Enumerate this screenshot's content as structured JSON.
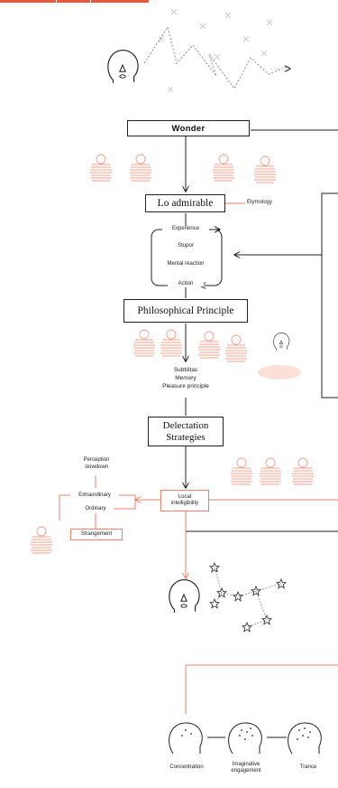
{
  "colors": {
    "accent": "#e9573f",
    "ink": "#222222",
    "sketch": "#f0a08e",
    "faint": "#c9cbd0"
  },
  "nodes": {
    "wonder": "Wonder",
    "lo_admirable": "Lo admirable",
    "etymology": "Etymology",
    "cycle": {
      "experience": "Experience",
      "stupor": "Stupor",
      "mental_reaction": "Mental reaction",
      "action": "Action"
    },
    "philosophical_principle": "Philosophical Principle",
    "principles": [
      "Subtilitas",
      "Memory",
      "Pleasure principle"
    ],
    "delectation_strategies": [
      "Delectation",
      "Strategies"
    ],
    "local_intelligibility": [
      "Local",
      "intelligibility"
    ],
    "perception_slowdown": [
      "Perception",
      "slowdown"
    ],
    "extraordinary": "Extraordinary",
    "ordinary": "Ordinary",
    "strangement": "Strangement"
  },
  "states": [
    "Concentration",
    "Imaginative engagement",
    "Trance"
  ],
  "icons": [
    "face-icon",
    "star-icon",
    "figure-icon",
    "tab-bar"
  ]
}
